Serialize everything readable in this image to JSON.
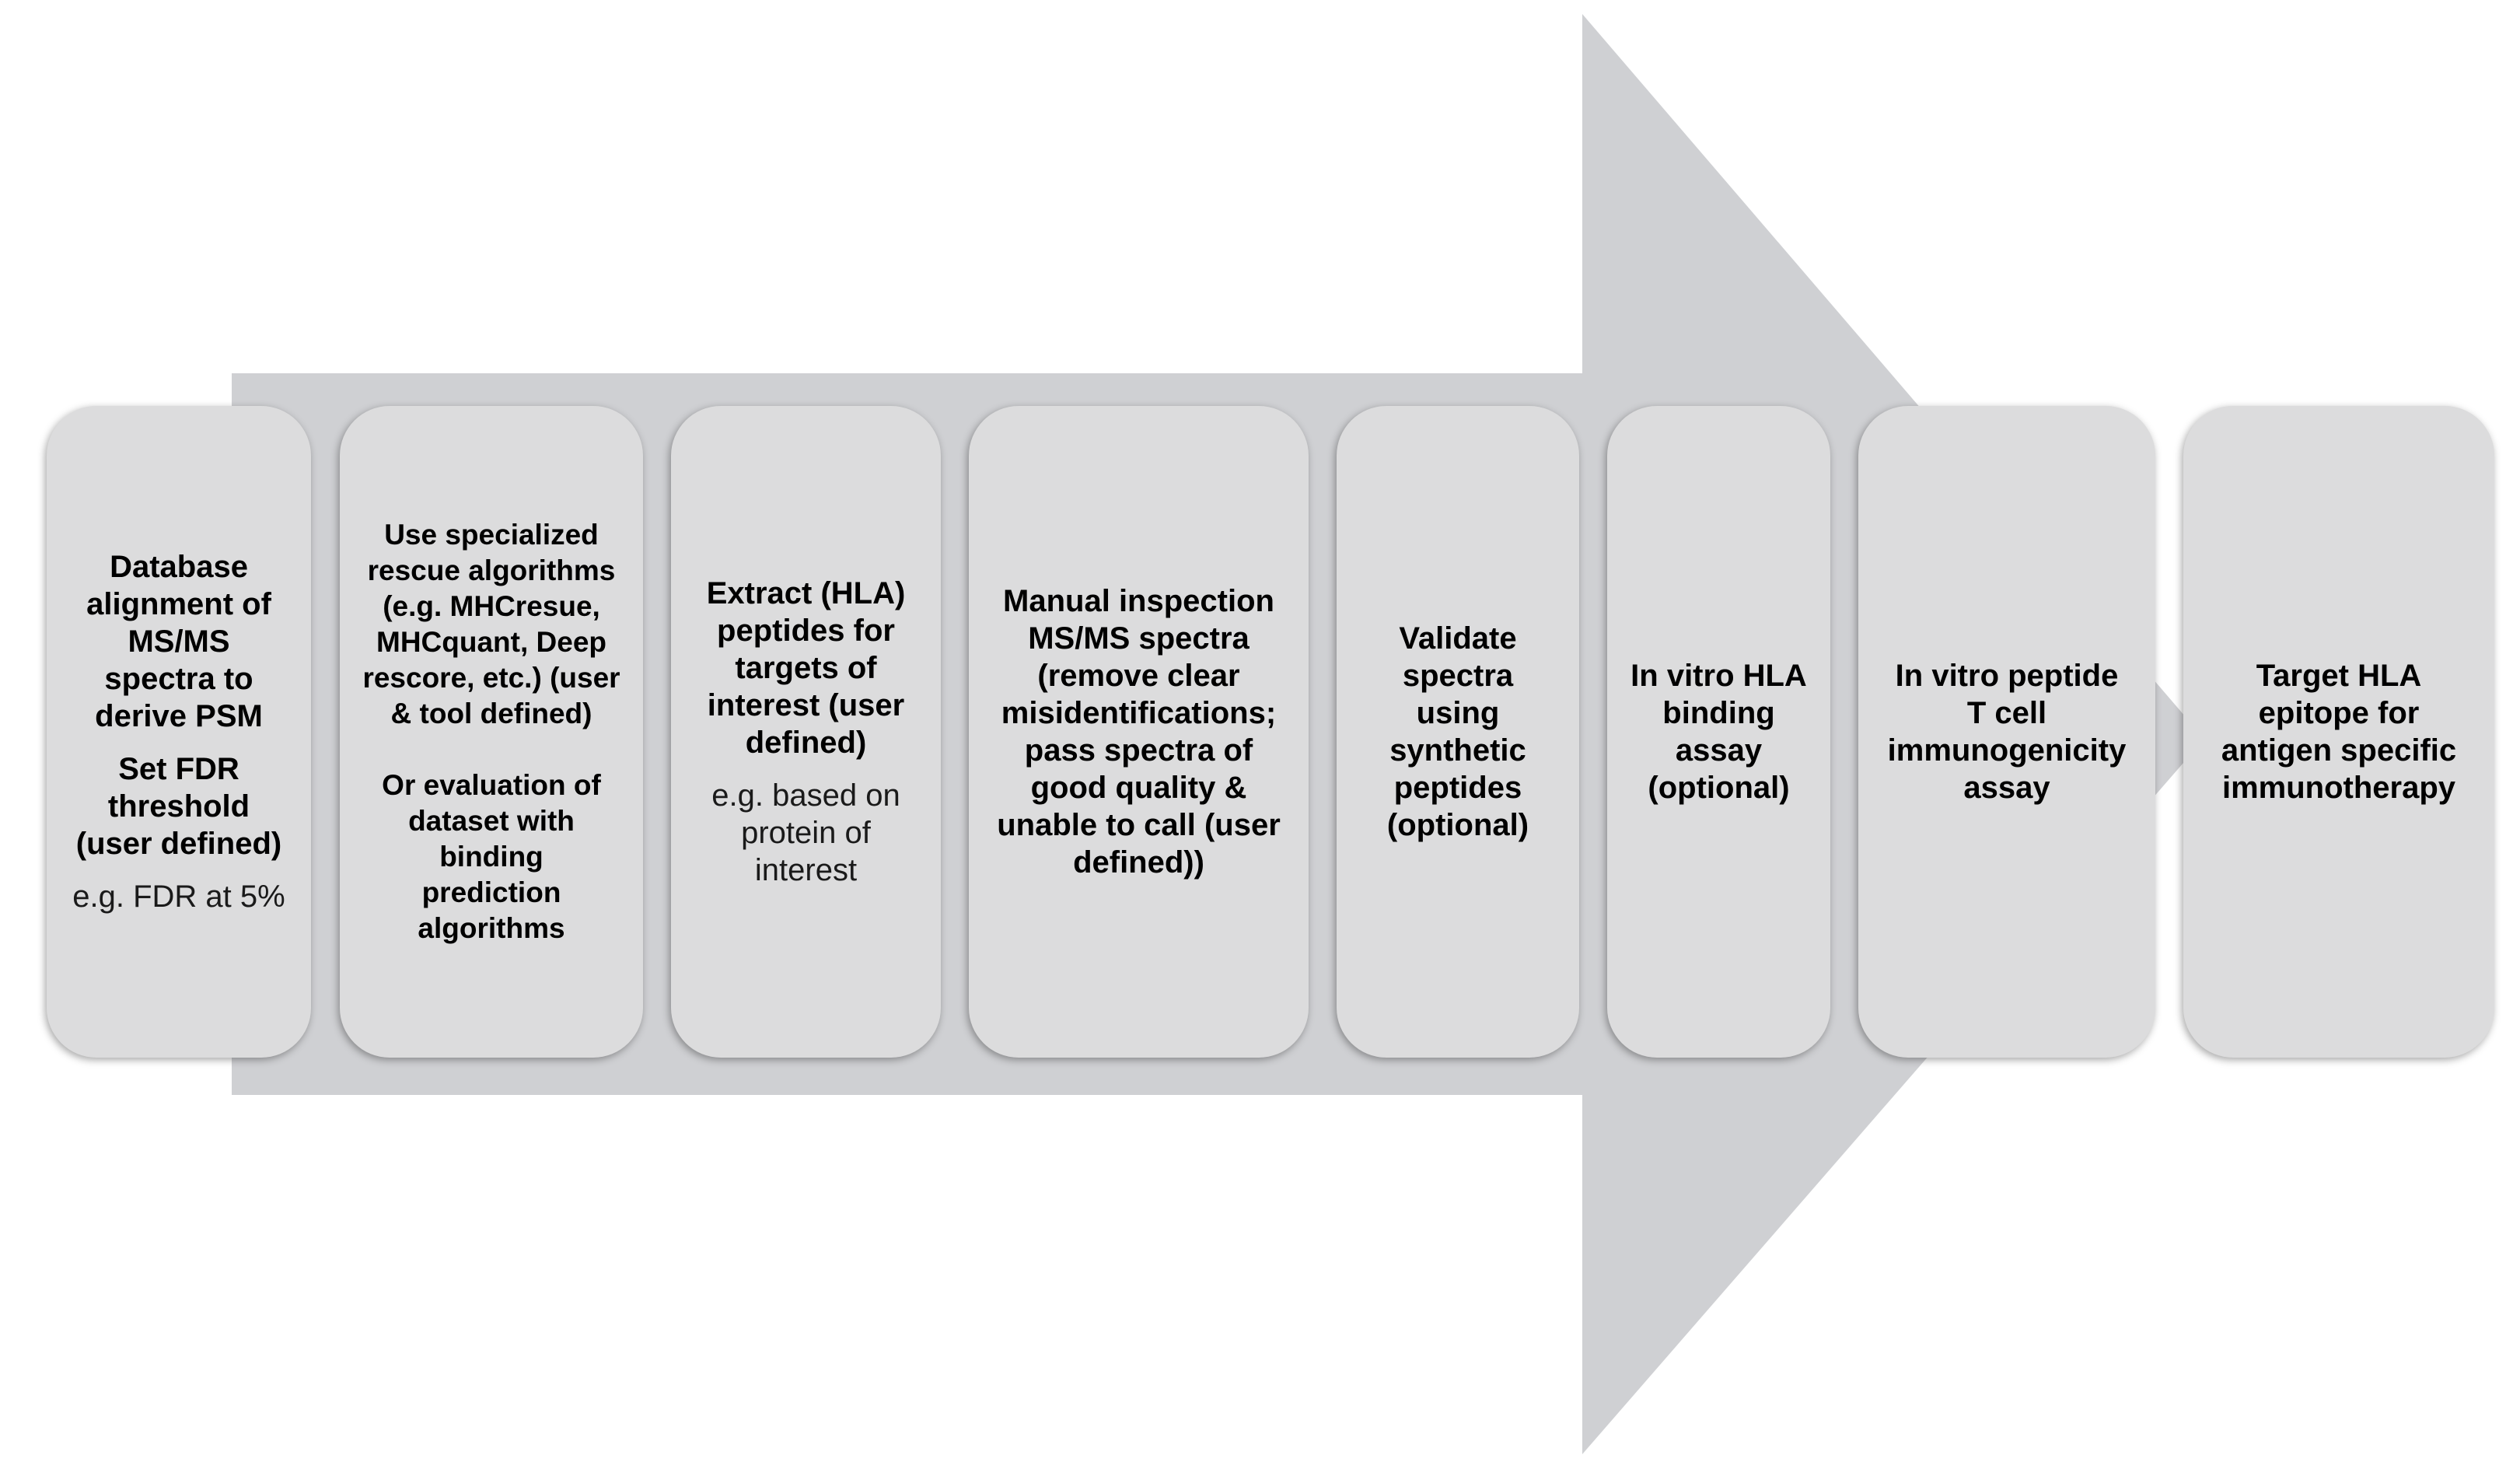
{
  "colors": {
    "arrow": "#cfd0d3",
    "box": "#dcdcdd",
    "text": "#000000"
  },
  "steps": [
    {
      "title": "Database alignment of MS/MS spectra to derive PSM",
      "subtitle": "Set FDR threshold (user defined)",
      "note": "e.g. FDR at 5%"
    },
    {
      "title": "Use specialized rescue algorithms (e.g. MHCresue, MHCquant, Deep rescore, etc.) (user & tool defined)",
      "subtitle": "Or evaluation of dataset with binding prediction algorithms"
    },
    {
      "title": "Extract (HLA) peptides for targets of interest (user defined)",
      "note": "e.g. based on protein of interest"
    },
    {
      "title": "Manual inspection MS/MS spectra (remove clear misidentifications; pass spectra of good quality & unable to call (user defined))"
    },
    {
      "title": "Validate spectra using synthetic peptides (optional)"
    },
    {
      "title": "In vitro HLA binding assay (optional)"
    },
    {
      "title": "In vitro peptide T cell immunogenicity assay"
    },
    {
      "title": "Target HLA epitope for antigen specific immunotherapy"
    }
  ]
}
